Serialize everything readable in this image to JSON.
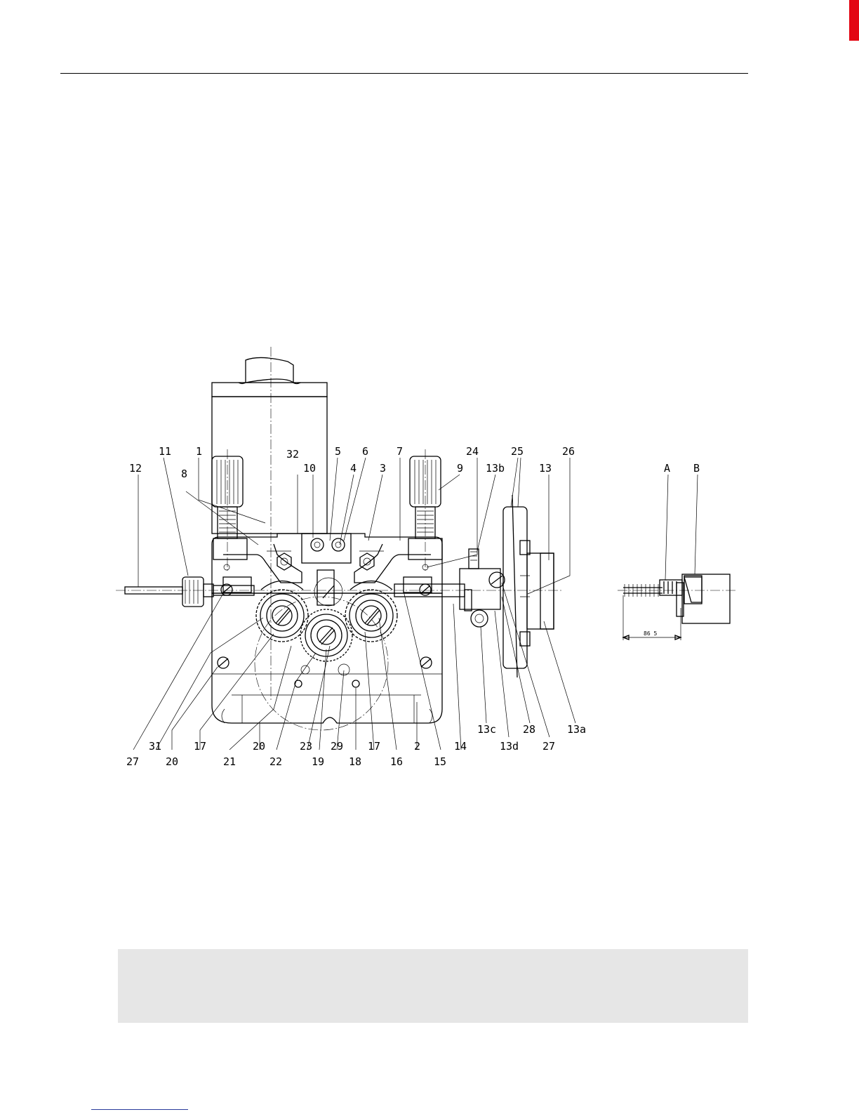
{
  "diagram": {
    "labels": {
      "l12": "12",
      "l11": "11",
      "l8": "8",
      "l1": "1",
      "l32": "32",
      "l10": "10",
      "l5": "5",
      "l4": "4",
      "l6": "6",
      "l3": "3",
      "l7": "7",
      "l9": "9",
      "l24": "24",
      "l13b": "13b",
      "l25": "25",
      "l13": "13",
      "l26": "26",
      "lA": "A",
      "lB": "B",
      "b27a": "27",
      "b20a": "20",
      "b31": "31",
      "b17a": "17",
      "b21": "21",
      "b20b": "20",
      "b22": "22",
      "b23": "23",
      "b19": "19",
      "b29": "29",
      "b18": "18",
      "b17b": "17",
      "b16": "16",
      "b2": "2",
      "b15": "15",
      "b14": "14",
      "b13c": "13c",
      "b13d": "13d",
      "b28": "28",
      "b27b": "27",
      "b13a": "13a"
    },
    "dimension": "86 5"
  },
  "colors": {
    "accent_tab": "#e30613",
    "footer_link": "#2a3c9c",
    "note_box": "#e6e6e6"
  }
}
